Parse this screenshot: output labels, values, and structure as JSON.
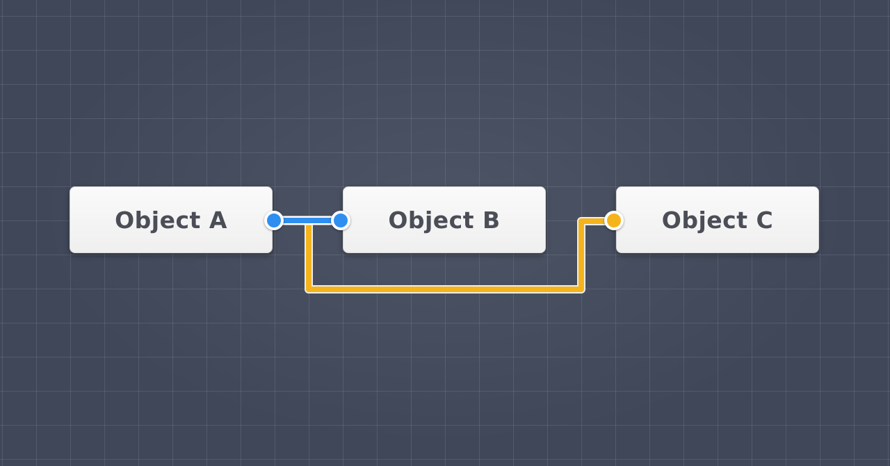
{
  "diagram": {
    "nodes": [
      {
        "id": "a",
        "label": "Object A"
      },
      {
        "id": "b",
        "label": "Object B"
      },
      {
        "id": "c",
        "label": "Object C"
      }
    ],
    "edges": [
      {
        "from": "Object A",
        "to": "Object B",
        "color": "#2f8ff0"
      },
      {
        "from": "Object A",
        "to": "Object C",
        "color": "#f5b41b"
      }
    ]
  },
  "colors": {
    "canvas_background": "#3f4759",
    "node_fill": "#f4f4f4",
    "node_text": "#4b4e57",
    "connector_blue": "#2f8ff0",
    "connector_yellow": "#f5b41b"
  }
}
